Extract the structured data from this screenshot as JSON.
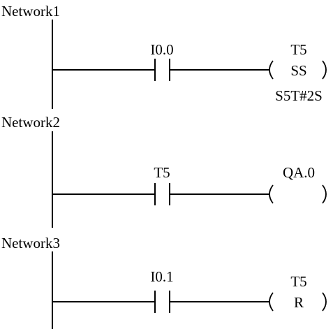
{
  "diagram": {
    "networks": [
      {
        "title": "Network1",
        "contact": {
          "address": "I0.0"
        },
        "coil": {
          "operand": "T5",
          "instruction": "SS",
          "parameter": "S5T#2S"
        }
      },
      {
        "title": "Network2",
        "contact": {
          "address": "T5"
        },
        "coil": {
          "operand": "QA.0",
          "instruction": "",
          "parameter": ""
        }
      },
      {
        "title": "Network3",
        "contact": {
          "address": "I0.1"
        },
        "coil": {
          "operand": "T5",
          "instruction": "R",
          "parameter": ""
        }
      }
    ],
    "colors": {
      "line": "#000000",
      "background": "#ffffff"
    }
  }
}
